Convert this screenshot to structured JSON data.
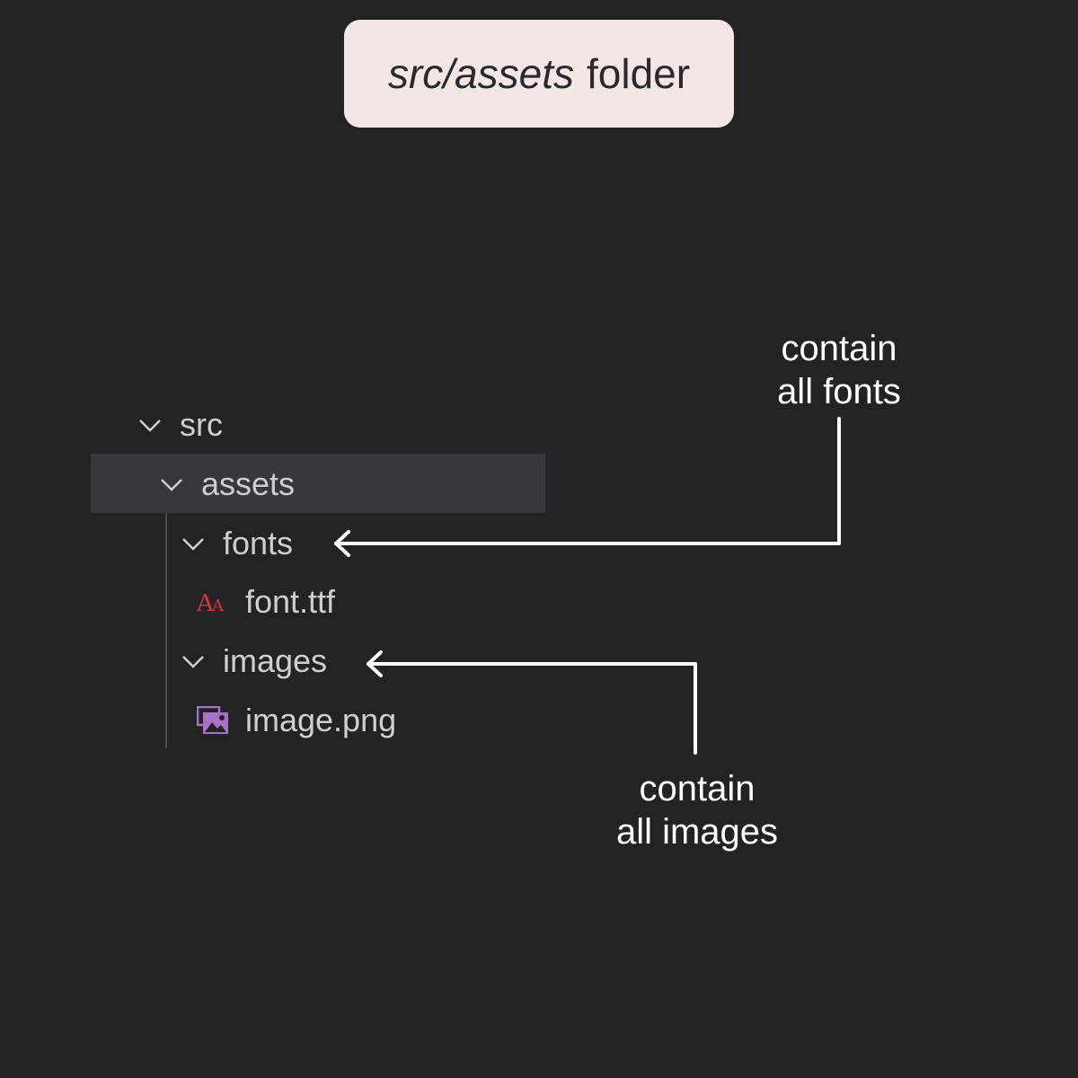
{
  "title": {
    "italic_part": "src/assets",
    "plain_part": "folder"
  },
  "tree": {
    "items": [
      {
        "label": "src",
        "kind": "folder",
        "expanded": true,
        "depth": 0
      },
      {
        "label": "assets",
        "kind": "folder",
        "expanded": true,
        "depth": 1,
        "selected": true
      },
      {
        "label": "fonts",
        "kind": "folder",
        "expanded": true,
        "depth": 2
      },
      {
        "label": "font.ttf",
        "kind": "file",
        "icon": "font-file-icon",
        "depth": 3
      },
      {
        "label": "images",
        "kind": "folder",
        "expanded": true,
        "depth": 2
      },
      {
        "label": "image.png",
        "kind": "file",
        "icon": "image-file-icon",
        "depth": 3
      }
    ]
  },
  "annotations": {
    "fonts_note": {
      "line1": "contain",
      "line2": "all fonts"
    },
    "images_note": {
      "line1": "contain",
      "line2": "all images"
    }
  },
  "colors": {
    "background": "#232325",
    "title_badge": "#f5e6e6",
    "selected_row": "#37373d",
    "tree_text": "#cfcfd1",
    "font_icon": "#d0393e",
    "image_icon": "#a772c7",
    "annotation": "#ffffff"
  }
}
